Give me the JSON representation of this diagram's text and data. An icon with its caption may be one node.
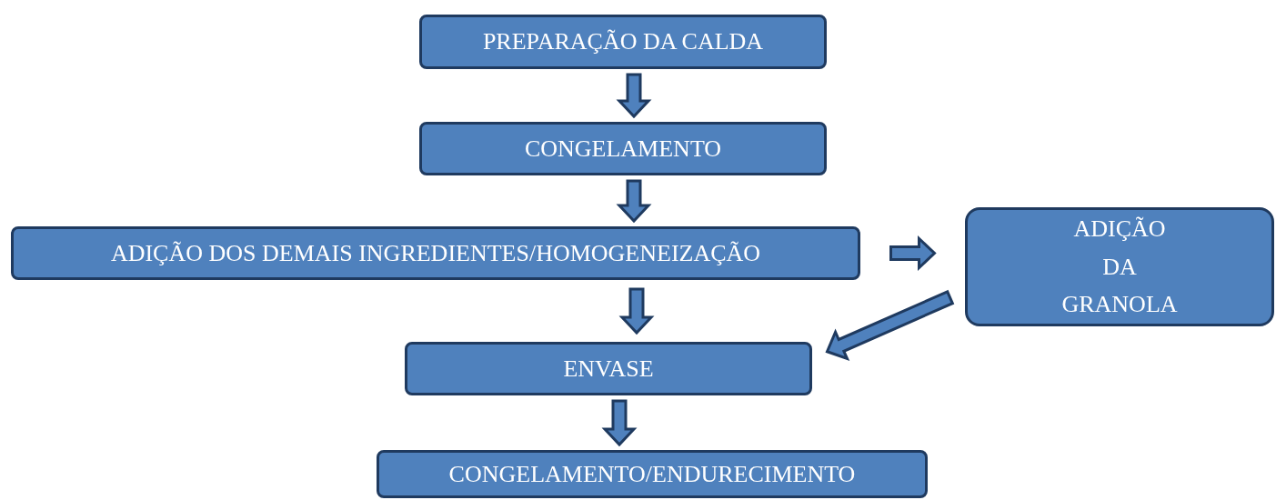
{
  "diagram": {
    "nodes": [
      {
        "text": [
          "PREPARAÇÃO DA CALDA"
        ]
      },
      {
        "text": [
          "CONGELAMENTO"
        ]
      },
      {
        "text": [
          "ADIÇÃO DOS DEMAIS INGREDIENTES/HOMOGENEIZAÇÃO"
        ]
      },
      {
        "text": [
          "ADIÇÃO DA GRANOLA"
        ]
      },
      {
        "text": [
          "ENVASE"
        ]
      },
      {
        "text": [
          "CONGELAMENTO/ENDURECIMENTO"
        ]
      }
    ],
    "edges": [
      {
        "from": 0,
        "to": 1,
        "arrow": "to"
      },
      {
        "from": 1,
        "to": 2,
        "arrow": "to"
      },
      {
        "from": 2,
        "to": 3,
        "arrow": "to"
      },
      {
        "from": 2,
        "to": 4,
        "arrow": "to"
      },
      {
        "from": 3,
        "to": 4,
        "arrow": "to"
      },
      {
        "from": 4,
        "to": 5,
        "arrow": "to"
      }
    ]
  }
}
